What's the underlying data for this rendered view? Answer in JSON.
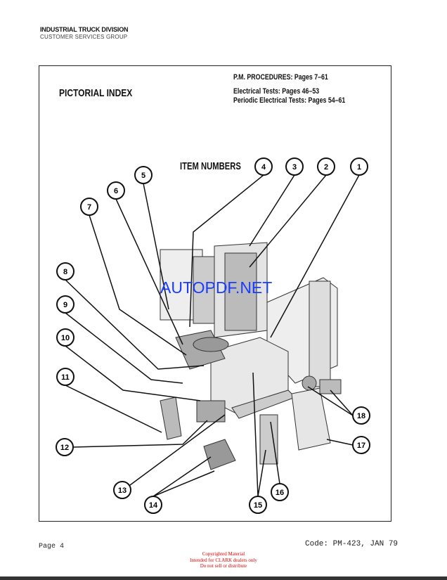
{
  "header": {
    "division": "INDUSTRIAL TRUCK DIVISION",
    "group": "CUSTOMER SERVICES GROUP"
  },
  "title": "PICTORIAL INDEX",
  "procedures": {
    "pm": "P.M. PROCEDURES:   Pages 7–61",
    "electrical": "Electrical Tests: Pages 46–53",
    "periodic": "Periodic Electrical Tests:  Pages 54–61"
  },
  "item_numbers_label": "ITEM NUMBERS",
  "callouts": [
    "1",
    "2",
    "3",
    "4",
    "5",
    "6",
    "7",
    "8",
    "9",
    "10",
    "11",
    "12",
    "13",
    "14",
    "15",
    "16",
    "17",
    "18"
  ],
  "watermark": "AUTOPDF.NET",
  "footer": {
    "page": "Page 4",
    "code": "Code: PM-423, JAN 79"
  },
  "copyright": [
    "Copyrighted Material",
    "Intended for CLARK dealers only",
    "Do not sell or distribute"
  ],
  "colors": {
    "watermark": "#1a3cff",
    "copyright": "#e00000"
  }
}
